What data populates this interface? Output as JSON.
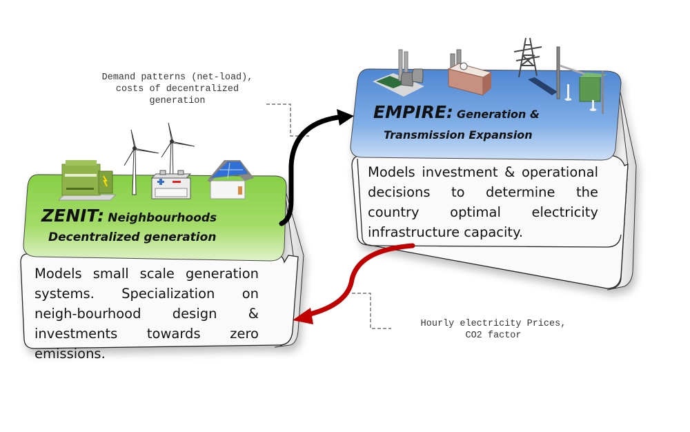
{
  "diagram": {
    "notes": {
      "demand": "Demand patterns (net-load),\ncosts of decentralized\ngeneration",
      "prices": "Hourly electricity Prices,\nCO2 factor"
    },
    "zenit": {
      "title_main": "ZENIT:",
      "title_sub1": "Neighbourhoods",
      "title_sub2": "Decentralized generation",
      "description": "Models small scale generation systems. Specialization on neigh-bourhood design & investments towards zero emissions.",
      "color": "#8fd14f",
      "icons": [
        "generator-icon",
        "wind-turbine-icon",
        "wind-turbine-icon",
        "battery-icon",
        "solar-house-icon"
      ]
    },
    "empire": {
      "title_main": "EMPIRE:",
      "title_sub1": "Generation &",
      "title_sub2": "Transmission Expansion",
      "description": "Models investment & operational decisions to determine the country optimal electricity infrastructure capacity.",
      "color": "#5b8fd6",
      "icons": [
        "power-plant-icon",
        "factory-icon",
        "transmission-tower-icon",
        "substation-icon"
      ]
    },
    "arrows": {
      "zenit_to_empire_color": "#000000",
      "empire_to_zenit_color": "#c00000"
    }
  }
}
